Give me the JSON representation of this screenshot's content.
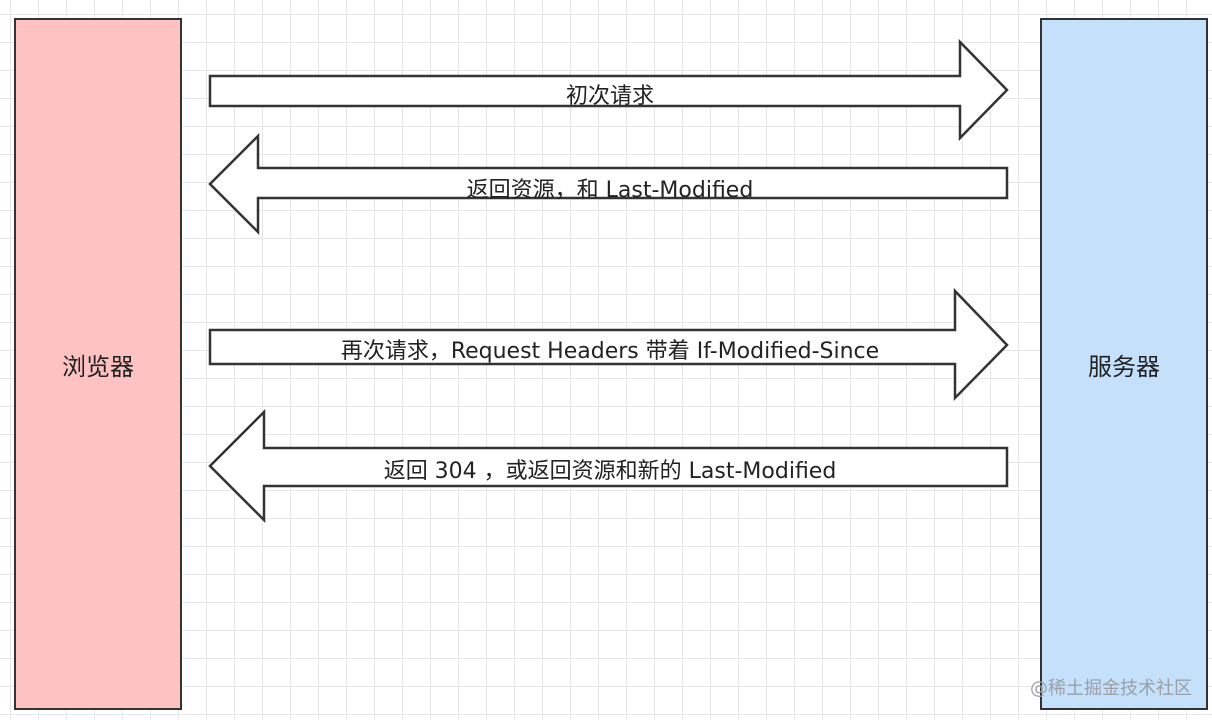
{
  "actors": {
    "browser": {
      "label": "浏览器",
      "fill": "#FFC2C2"
    },
    "server": {
      "label": "服务器",
      "fill": "#C4E0FB"
    }
  },
  "messages": [
    {
      "label": "初次请求",
      "direction": "right"
    },
    {
      "label": "返回资源，和 Last-Modified",
      "direction": "left"
    },
    {
      "label": "再次请求，Request Headers 带着 If-Modified-Since",
      "direction": "right"
    },
    {
      "label": "返回 304 ，或返回资源和新的 Last-Modified",
      "direction": "left"
    }
  ],
  "watermark": "@稀土掘金技术社区",
  "colors": {
    "stroke": "#333333",
    "arrow_fill": "#FFFFFF",
    "grid": "#E6E6E6"
  }
}
